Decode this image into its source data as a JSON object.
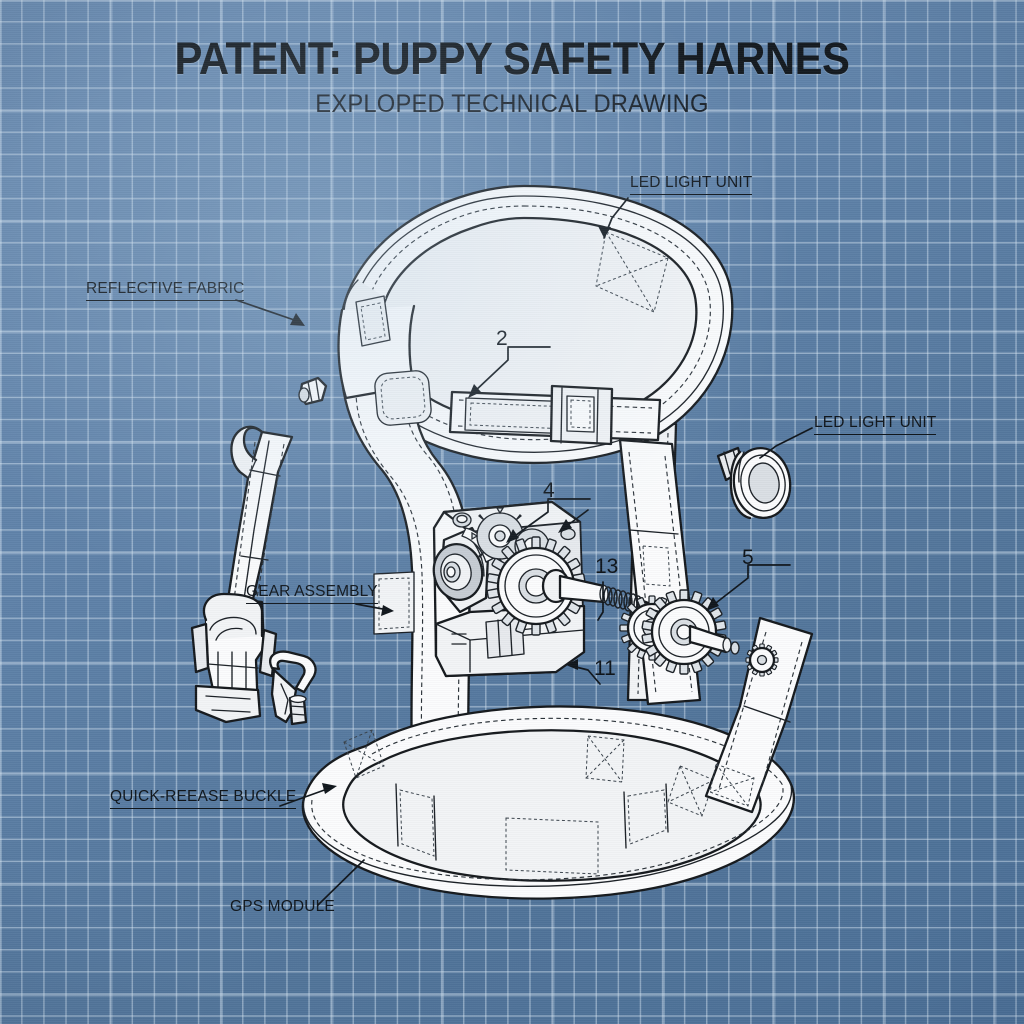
{
  "document": {
    "title": "PATENT: PUPPY SAFETY HARNES",
    "subtitle": "EXPLOPED TECHNICAL DRAWING",
    "medium": "blueprint",
    "colors": {
      "paper": "#5c7fa5",
      "grid_line": "#d6e5f2",
      "ink": "#10161c",
      "part_fill": "#fbfcfd"
    }
  },
  "callout_labels": [
    {
      "id": "led-light-unit-top",
      "text": "LED LIGHT UNIT",
      "underlined": true
    },
    {
      "id": "reflective-fabric",
      "text": "REFLECTIVE FABRIC",
      "underlined": true
    },
    {
      "id": "led-light-unit-right",
      "text": "LED LIGHT UNIT",
      "underlined": true
    },
    {
      "id": "gear-assembly",
      "text": "GEAR ASSEMBLY",
      "underlined": true
    },
    {
      "id": "quick-release-buckle",
      "text": "QUICK-REEASE BUCKLE",
      "underlined": true
    },
    {
      "id": "gps-module",
      "text": "GPS MODULE",
      "underlined": false
    }
  ],
  "reference_numerals": [
    {
      "id": "ref-2",
      "text": "2"
    },
    {
      "id": "ref-4",
      "text": "4"
    },
    {
      "id": "ref-13",
      "text": "13"
    },
    {
      "id": "ref-5",
      "text": "5"
    },
    {
      "id": "ref-11",
      "text": "11"
    }
  ],
  "parts": [
    {
      "id": "chest-collar-loop",
      "name": "chest collar loop"
    },
    {
      "id": "body-panel",
      "name": "harness body panel"
    },
    {
      "id": "adjuster-buckle",
      "name": "chest strap adjuster buckle"
    },
    {
      "id": "belly-belt",
      "name": "belly belt loop"
    },
    {
      "id": "detached-strap",
      "name": "detached strap with quick-release buckle"
    },
    {
      "id": "d-ring-clip",
      "name": "d-ring leash clip"
    },
    {
      "id": "gearbox-assembly",
      "name": "gearbox assembly"
    },
    {
      "id": "drive-shaft",
      "name": "drive shaft with spring coupler"
    },
    {
      "id": "spur-gear-large",
      "name": "large spur gear"
    },
    {
      "id": "spur-gear-small",
      "name": "small spur gear"
    },
    {
      "id": "led-puck",
      "name": "led light puck"
    },
    {
      "id": "small-fastener",
      "name": "small fastener pin"
    }
  ]
}
